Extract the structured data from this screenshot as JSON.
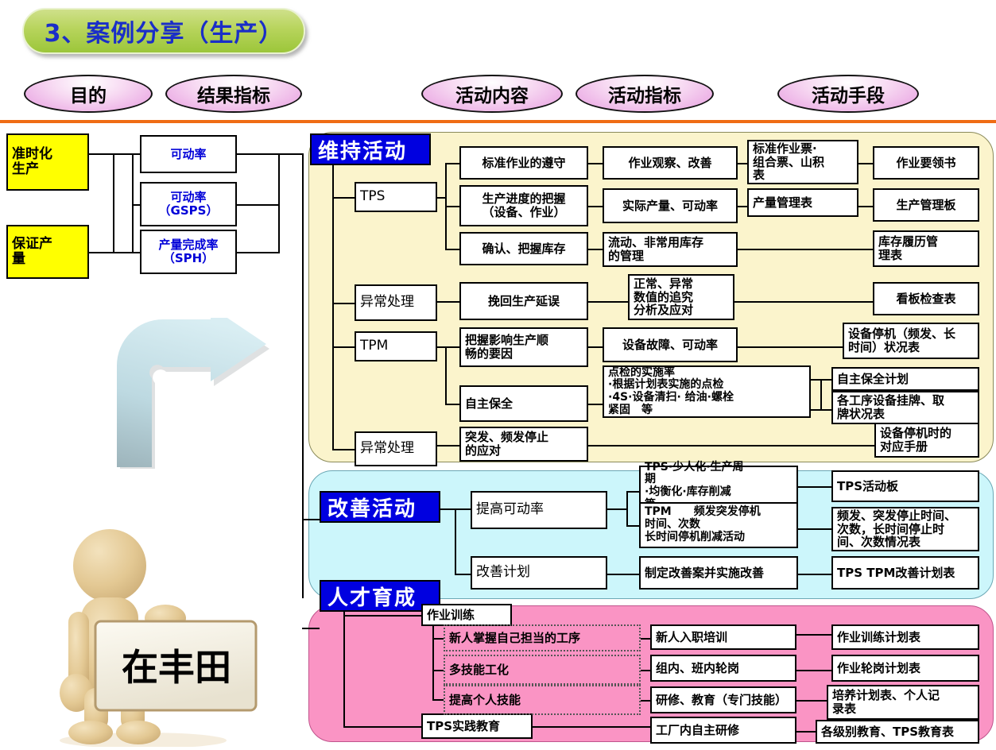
{
  "title": "3、案例分享（生产）",
  "headers": [
    {
      "label": "目的"
    },
    {
      "label": "结果指标"
    },
    {
      "label": "活动内容"
    },
    {
      "label": "活动指标"
    },
    {
      "label": "活动手段"
    }
  ],
  "purpose_boxes": [
    {
      "label": "准时化\n生产"
    },
    {
      "label": "保证产\n量"
    }
  ],
  "result_kpis": [
    {
      "label": "可动率"
    },
    {
      "label": "可动率\n（GSPS）"
    },
    {
      "label": "产量完成率\n（SPH）"
    }
  ],
  "sections": {
    "maintenance": {
      "title": "维持活动",
      "categories": [
        {
          "label": "TPS"
        },
        {
          "label": "异常处理"
        },
        {
          "label": "TPM"
        },
        {
          "label": "异常处理"
        }
      ],
      "activities": [
        {
          "label": "标准作业的遵守"
        },
        {
          "label": "生产进度的把握\n（设备、作业）"
        },
        {
          "label": "确认、把握库存"
        },
        {
          "label": "挽回生产延误"
        },
        {
          "label": "把握影响生产顺\n畅的要因"
        },
        {
          "label": "自主保全"
        },
        {
          "label": "突发、频发停止\n的应对"
        }
      ],
      "indicators": [
        {
          "label": "作业观察、改善"
        },
        {
          "label": "实际产量、可动率"
        },
        {
          "label": "流动、非常用库存\n的管理"
        },
        {
          "label": "正常、异常\n数值的追究\n分析及应对"
        },
        {
          "label": "设备故障、可动率"
        },
        {
          "label": "点检的实施率\n ·根据计划表实施的点检\n ·4S·设备清扫· 给油·螺栓\n紧固　等"
        }
      ],
      "means_mid": [
        {
          "label": "标准作业票·\n组合票、山积\n表"
        },
        {
          "label": "产量管理表"
        },
        {
          "label": "自主保全计划"
        },
        {
          "label": "各工序设备挂牌、取\n牌状况表"
        }
      ],
      "means": [
        {
          "label": "作业要领书"
        },
        {
          "label": "生产管理板"
        },
        {
          "label": "库存履历管\n理表"
        },
        {
          "label": "看板检查表"
        },
        {
          "label": "设备停机（频发、长\n时间）状况表"
        },
        {
          "label": "设备停机时的\n对应手册"
        }
      ]
    },
    "kaizen": {
      "title": "改善活动",
      "activities": [
        {
          "label": "提高可动率"
        },
        {
          "label": "改善计划"
        }
      ],
      "indicators": [
        {
          "label": "TPS·少人化·生产周\n期\n ·均衡化·库存削减\n等"
        },
        {
          "label": "TPM　　频发突发停机\n时间、次数\n长时间停机削减活动"
        },
        {
          "label": "制定改善案并实施改善"
        }
      ],
      "means": [
        {
          "label": "TPS活动板"
        },
        {
          "label": "频发、突发停止时间、\n次数，长时间停止时\n间、次数情况表"
        },
        {
          "label": "TPS TPM改善计划表"
        }
      ]
    },
    "talent": {
      "title": "人才育成",
      "activities": [
        {
          "label": "作业训练"
        },
        {
          "label": "TPS实践教育"
        }
      ],
      "sub_activities": [
        {
          "label": "新人掌握自己担当的工序"
        },
        {
          "label": "多技能工化"
        },
        {
          "label": "提高个人技能"
        }
      ],
      "indicators": [
        {
          "label": "新人入职培训"
        },
        {
          "label": "组内、班内轮岗"
        },
        {
          "label": "研修、教育（专门技能）"
        },
        {
          "label": "工厂内自主研修"
        }
      ],
      "means": [
        {
          "label": "作业训练计划表"
        },
        {
          "label": "作业轮岗计划表"
        },
        {
          "label": "培养计划表、个人记\n录表"
        },
        {
          "label": "各级别教育、TPS教育表"
        }
      ]
    }
  },
  "illustration": {
    "sign_text": "在丰田",
    "arrow": "curved-right-arrow"
  },
  "colors": {
    "title_green": "#9cc63a",
    "title_blue_text": "#1a2ec8",
    "header_pink": "#e79de0",
    "orange_rule": "#ef6c14",
    "kpi_blue": "#0000d8",
    "purpose_yellow": "#ffff00",
    "maint_yellow": "#fbf4cc",
    "kaizen_cyan": "#ccf6fb",
    "talent_pink": "#fa94c4",
    "section_header_blue": "#0000e0",
    "arrow_blue": "#bcd9e2"
  }
}
